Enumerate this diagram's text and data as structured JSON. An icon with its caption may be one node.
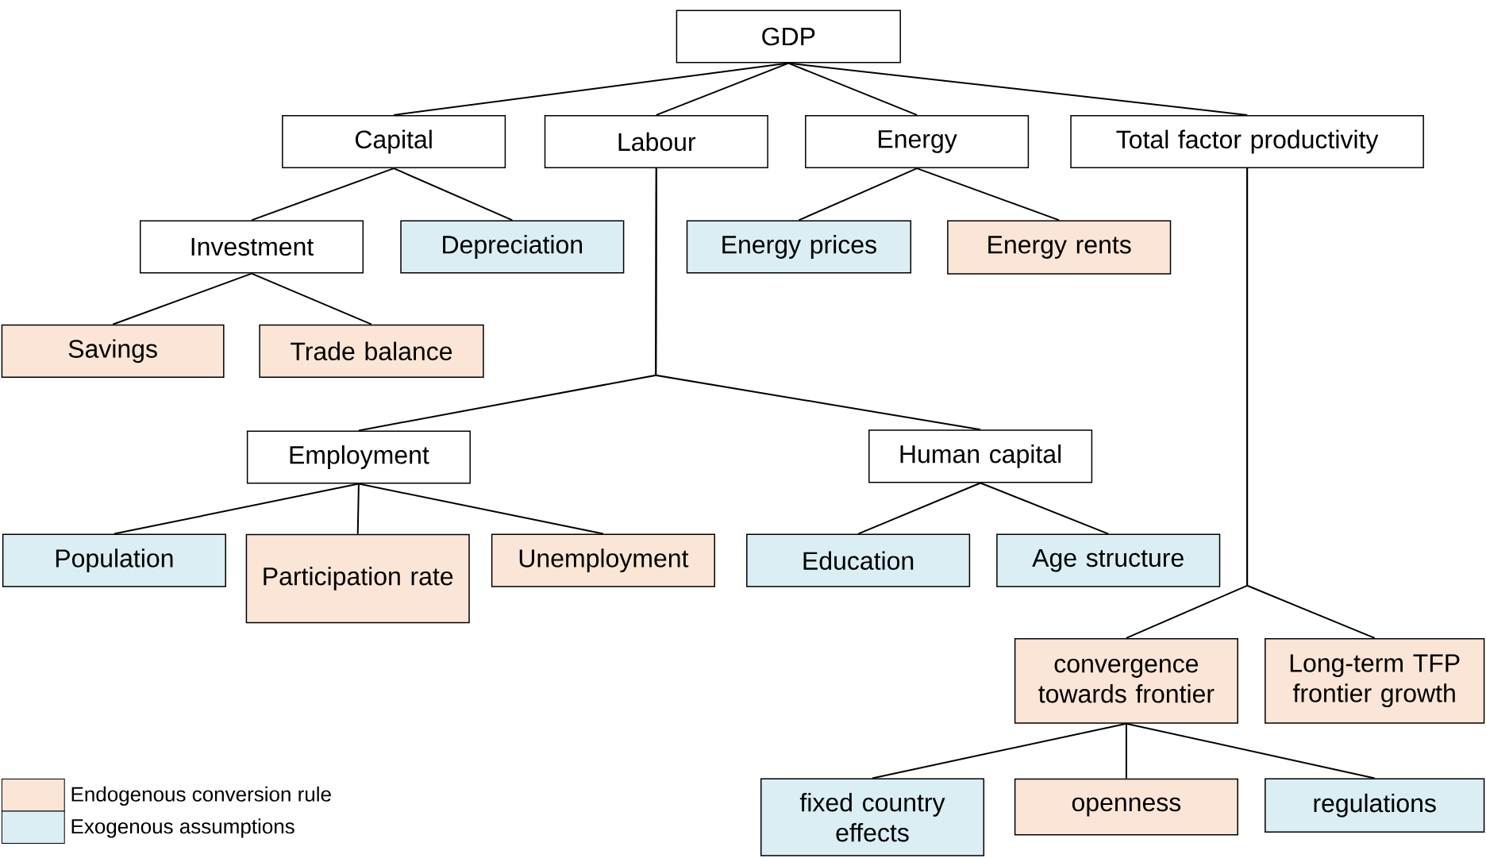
{
  "diagram": {
    "nodes": [
      {
        "text": [
          "GDP"
        ]
      },
      {
        "text": [
          "Capital"
        ]
      },
      {
        "text": [
          "Labour"
        ]
      },
      {
        "text": [
          "Energy"
        ]
      },
      {
        "text": [
          "Total factor productivity"
        ]
      },
      {
        "text": [
          "Investment"
        ]
      },
      {
        "text": [
          "Depreciation"
        ]
      },
      {
        "text": [
          "Energy prices"
        ]
      },
      {
        "text": [
          "Energy rents"
        ]
      },
      {
        "text": [
          "Savings"
        ]
      },
      {
        "text": [
          "Trade balance"
        ]
      },
      {
        "text": [
          "Employment"
        ]
      },
      {
        "text": [
          "Human capital"
        ]
      },
      {
        "text": [
          "Population"
        ]
      },
      {
        "text": [
          "Participation rate"
        ]
      },
      {
        "text": [
          "Unemployment"
        ]
      },
      {
        "text": [
          "Education"
        ]
      },
      {
        "text": [
          "Age structure"
        ]
      },
      {
        "text": [
          "convergence towards frontier"
        ]
      },
      {
        "text": [
          "Long-term TFP frontier growth"
        ]
      },
      {
        "text": [
          "fixed country effects"
        ]
      },
      {
        "text": [
          "openness"
        ]
      },
      {
        "text": [
          "regulations"
        ]
      }
    ],
    "edges": [
      {
        "from": 0,
        "to": 1,
        "arrow": "none"
      },
      {
        "from": 0,
        "to": 2,
        "arrow": "none"
      },
      {
        "from": 0,
        "to": 3,
        "arrow": "none"
      },
      {
        "from": 0,
        "to": 4,
        "arrow": "none"
      },
      {
        "from": 1,
        "to": 5,
        "arrow": "none"
      },
      {
        "from": 1,
        "to": 6,
        "arrow": "none"
      },
      {
        "from": 3,
        "to": 7,
        "arrow": "none"
      },
      {
        "from": 3,
        "to": 8,
        "arrow": "none"
      },
      {
        "from": 5,
        "to": 9,
        "arrow": "none"
      },
      {
        "from": 5,
        "to": 10,
        "arrow": "none"
      },
      {
        "from": 2,
        "to": 11,
        "arrow": "none"
      },
      {
        "from": 2,
        "to": 12,
        "arrow": "none"
      },
      {
        "from": 11,
        "to": 13,
        "arrow": "none"
      },
      {
        "from": 11,
        "to": 14,
        "arrow": "none"
      },
      {
        "from": 11,
        "to": 15,
        "arrow": "none"
      },
      {
        "from": 12,
        "to": 16,
        "arrow": "none"
      },
      {
        "from": 12,
        "to": 17,
        "arrow": "none"
      },
      {
        "from": 4,
        "to": 18,
        "arrow": "none"
      },
      {
        "from": 4,
        "to": 19,
        "arrow": "none"
      },
      {
        "from": 18,
        "to": 20,
        "arrow": "none"
      },
      {
        "from": 18,
        "to": 21,
        "arrow": "none"
      },
      {
        "from": 18,
        "to": 22,
        "arrow": "none"
      }
    ],
    "legend": [
      {
        "text": "Endogenous conversion rule",
        "color": "#fbe5d6"
      },
      {
        "text": "Exogenous assumptions",
        "color": "#daeef3"
      }
    ]
  }
}
